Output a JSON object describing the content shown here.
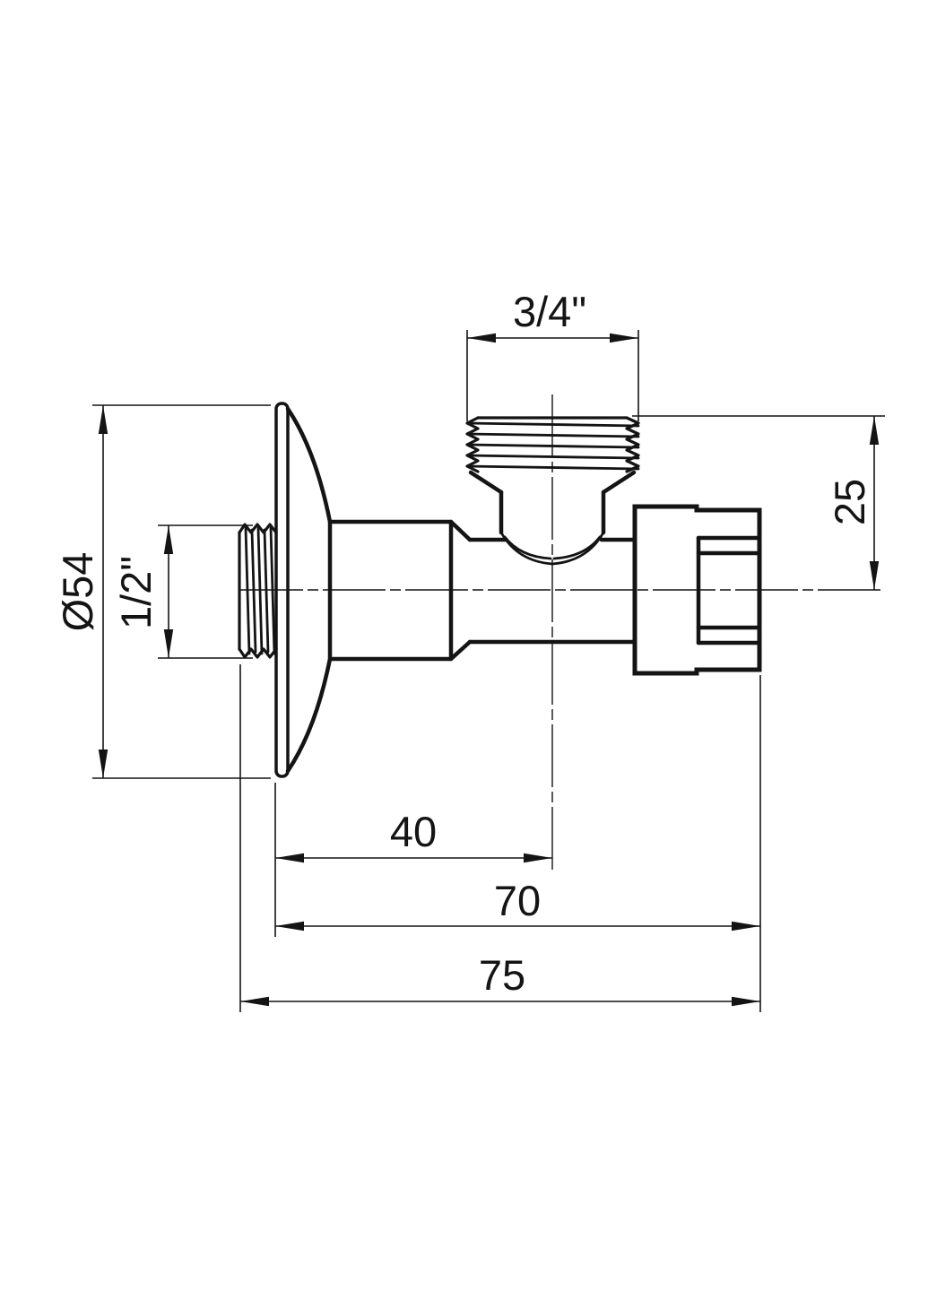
{
  "drawing": {
    "kind": "technical-dimension-drawing",
    "subject": "angle-valve-side-view",
    "background_color": "#ffffff",
    "line_color": "#141414",
    "dimensions": {
      "top_thread": "3/4\"",
      "flange_diameter": "Ø54",
      "left_thread": "1/2\"",
      "outlet_height": "25",
      "flange_to_port_center": "40",
      "flange_to_nut_end": "70",
      "overall_length": "75"
    }
  }
}
